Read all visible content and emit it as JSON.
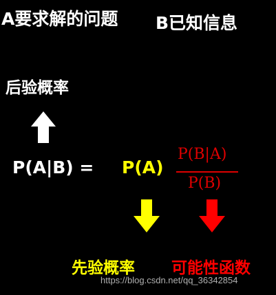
{
  "title_a": "A要求解的问题",
  "title_b": "B已知信息",
  "posterior_label": "后验概率",
  "formula": {
    "lhs": "P(A|B)  =",
    "prior_term": "P(A)",
    "numerator": "P(B|A)",
    "denominator": "P(B)"
  },
  "prior_label": "先验概率",
  "likelihood_label": "可能性函数",
  "watermark": "https://blog.csdn.net/qq_36342854",
  "colors": {
    "background": "#000000",
    "posterior": "#ffffff",
    "prior": "#ffff00",
    "likelihood": "#ff0000"
  },
  "icons": {
    "posterior_arrow": "arrow-up-icon",
    "prior_arrow": "arrow-down-icon",
    "likelihood_arrow": "arrow-down-icon"
  }
}
